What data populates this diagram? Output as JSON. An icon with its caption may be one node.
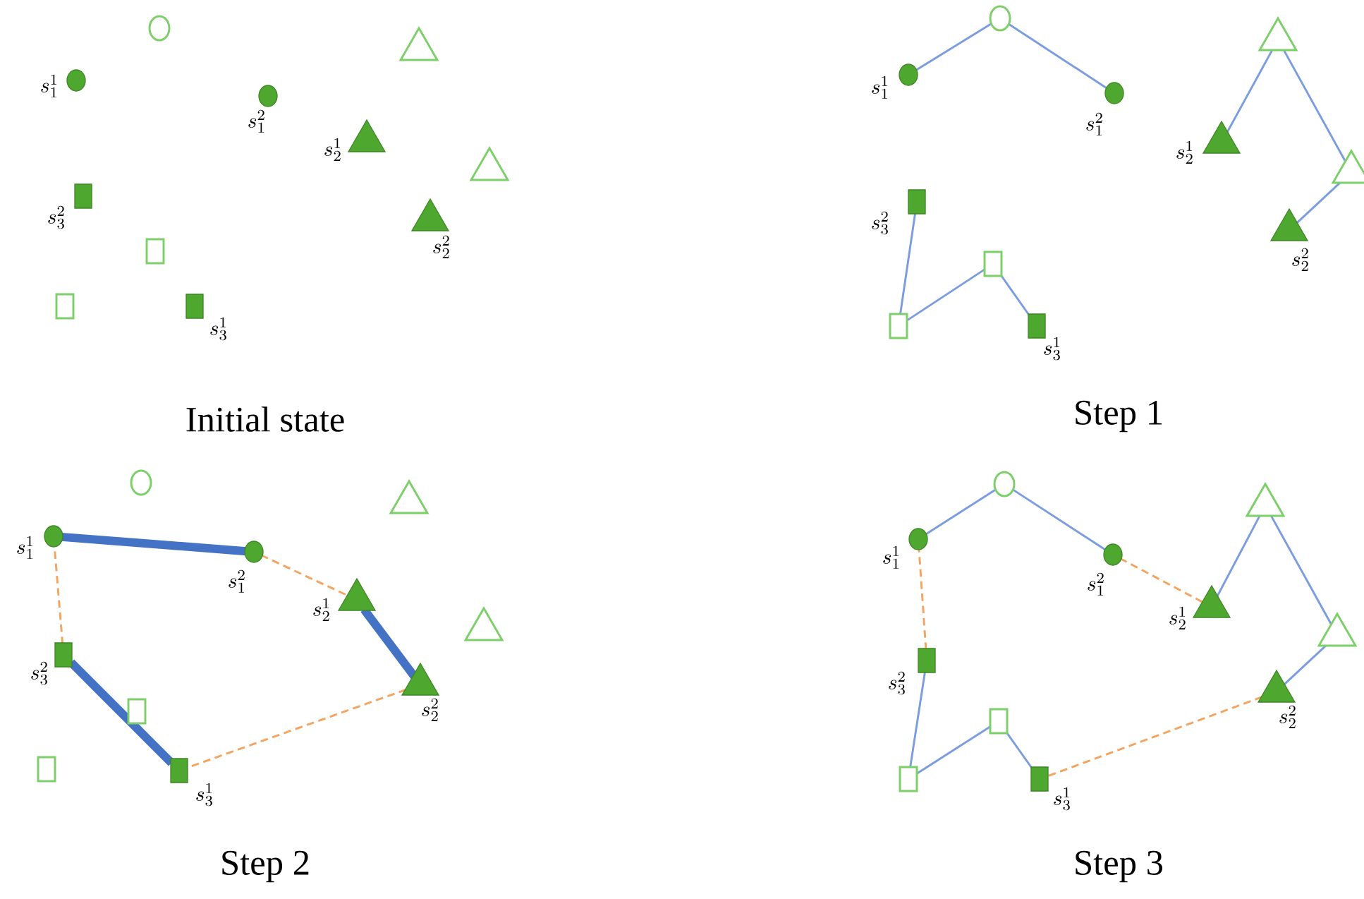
{
  "diagram": {
    "nodes": [
      {
        "text": [],
        "shape": "circle"
      },
      {
        "text": [],
        "shape": "circle",
        "beside": [
          "s_1^1"
        ]
      },
      {
        "text": [],
        "shape": "circle",
        "beside": [
          "s_1^2"
        ]
      },
      {
        "text": [],
        "shape": "triangle"
      },
      {
        "text": [],
        "shape": "triangle",
        "beside": [
          "s_2^1"
        ]
      },
      {
        "text": [],
        "shape": "triangle"
      },
      {
        "text": [],
        "shape": "triangle",
        "beside": [
          "s_2^2"
        ]
      },
      {
        "text": [],
        "shape": "box",
        "beside": [
          "s_3^2"
        ]
      },
      {
        "text": [],
        "shape": "box"
      },
      {
        "text": [],
        "shape": "box"
      },
      {
        "text": [],
        "shape": "box",
        "beside": [
          "s_3^1"
        ]
      },
      {
        "text": [],
        "shape": "circle"
      },
      {
        "text": [],
        "shape": "circle",
        "beside": [
          "s_1^1"
        ]
      },
      {
        "text": [],
        "shape": "circle",
        "beside": [
          "s_1^2"
        ]
      },
      {
        "text": [],
        "shape": "triangle"
      },
      {
        "text": [],
        "shape": "triangle",
        "beside": [
          "s_2^1"
        ]
      },
      {
        "text": [],
        "shape": "triangle"
      },
      {
        "text": [],
        "shape": "triangle",
        "beside": [
          "s_2^2"
        ]
      },
      {
        "text": [],
        "shape": "box",
        "beside": [
          "s_3^2"
        ]
      },
      {
        "text": [],
        "shape": "box"
      },
      {
        "text": [],
        "shape": "box"
      },
      {
        "text": [],
        "shape": "box",
        "beside": [
          "s_3^1"
        ]
      },
      {
        "text": [],
        "shape": "circle"
      },
      {
        "text": [],
        "shape": "circle",
        "beside": [
          "s_1^1"
        ]
      },
      {
        "text": [],
        "shape": "circle",
        "beside": [
          "s_1^2"
        ]
      },
      {
        "text": [],
        "shape": "triangle"
      },
      {
        "text": [],
        "shape": "triangle",
        "beside": [
          "s_2^1"
        ]
      },
      {
        "text": [],
        "shape": "triangle"
      },
      {
        "text": [],
        "shape": "triangle",
        "beside": [
          "s_2^2"
        ]
      },
      {
        "text": [],
        "shape": "box",
        "beside": [
          "s_3^2"
        ]
      },
      {
        "text": [],
        "shape": "box"
      },
      {
        "text": [],
        "shape": "box"
      },
      {
        "text": [],
        "shape": "box",
        "beside": [
          "s_3^1"
        ]
      },
      {
        "text": [],
        "shape": "circle"
      },
      {
        "text": [],
        "shape": "circle",
        "beside": [
          "s_1^1"
        ]
      },
      {
        "text": [],
        "shape": "circle",
        "beside": [
          "s_1^2"
        ]
      },
      {
        "text": [],
        "shape": "triangle"
      },
      {
        "text": [],
        "shape": "triangle",
        "beside": [
          "s_2^1"
        ]
      },
      {
        "text": [],
        "shape": "triangle"
      },
      {
        "text": [],
        "shape": "triangle",
        "beside": [
          "s_2^2"
        ]
      },
      {
        "text": [],
        "shape": "box",
        "beside": [
          "s_3^2"
        ]
      },
      {
        "text": [],
        "shape": "box"
      },
      {
        "text": [],
        "shape": "box"
      },
      {
        "text": [],
        "shape": "box",
        "beside": [
          "s_3^1"
        ]
      }
    ],
    "edges": [
      {
        "from": 12,
        "to": 11,
        "arrow": "none"
      },
      {
        "from": 11,
        "to": 13,
        "arrow": "none"
      },
      {
        "from": 15,
        "to": 14,
        "arrow": "none"
      },
      {
        "from": 14,
        "to": 16,
        "arrow": "none"
      },
      {
        "from": 16,
        "to": 17,
        "arrow": "none"
      },
      {
        "from": 18,
        "to": 20,
        "arrow": "none"
      },
      {
        "from": 20,
        "to": 19,
        "arrow": "none"
      },
      {
        "from": 19,
        "to": 21,
        "arrow": "none"
      },
      {
        "from": 23,
        "to": 24,
        "arrow": "none",
        "style": "thick",
        "color": "#4472c4"
      },
      {
        "from": 24,
        "to": 26,
        "arrow": "none",
        "style": "dashed",
        "color": "#f4a460"
      },
      {
        "from": 26,
        "to": 28,
        "arrow": "none",
        "style": "thick",
        "color": "#4472c4"
      },
      {
        "from": 28,
        "to": 32,
        "arrow": "none",
        "style": "dashed",
        "color": "#f4a460"
      },
      {
        "from": 32,
        "to": 29,
        "arrow": "none",
        "style": "thick",
        "color": "#4472c4"
      },
      {
        "from": 29,
        "to": 23,
        "arrow": "none",
        "style": "dashed",
        "color": "#f4a460"
      },
      {
        "from": 34,
        "to": 33,
        "arrow": "none"
      },
      {
        "from": 33,
        "to": 35,
        "arrow": "none"
      },
      {
        "from": 35,
        "to": 37,
        "arrow": "none",
        "style": "dashed",
        "color": "#f4a460"
      },
      {
        "from": 37,
        "to": 36,
        "arrow": "none"
      },
      {
        "from": 36,
        "to": 38,
        "arrow": "none"
      },
      {
        "from": 38,
        "to": 39,
        "arrow": "none"
      },
      {
        "from": 39,
        "to": 43,
        "arrow": "none",
        "style": "dashed",
        "color": "#f4a460"
      },
      {
        "from": 43,
        "to": 41,
        "arrow": "none"
      },
      {
        "from": 41,
        "to": 42,
        "arrow": "none"
      },
      {
        "from": 42,
        "to": 40,
        "arrow": "none"
      },
      {
        "from": 40,
        "to": 34,
        "arrow": "none",
        "style": "dashed",
        "color": "#f4a460"
      }
    ],
    "labels": [
      "Initial state",
      "Step 1",
      "Step 2",
      "Step 3"
    ]
  }
}
